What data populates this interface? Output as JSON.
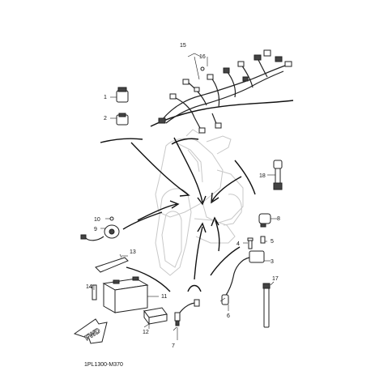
{
  "drawing_code": "1PL1300-M370",
  "fwd_label": "FWD",
  "callouts": [
    {
      "id": "c1",
      "text": "1"
    },
    {
      "id": "c2",
      "text": "2"
    },
    {
      "id": "c3",
      "text": "3"
    },
    {
      "id": "c4",
      "text": "4"
    },
    {
      "id": "c5",
      "text": "5"
    },
    {
      "id": "c6",
      "text": "6"
    },
    {
      "id": "c7",
      "text": "7"
    },
    {
      "id": "c8",
      "text": "8"
    },
    {
      "id": "c9",
      "text": "9"
    },
    {
      "id": "c10",
      "text": "10"
    },
    {
      "id": "c11",
      "text": "11"
    },
    {
      "id": "c12",
      "text": "12"
    },
    {
      "id": "c13",
      "text": "13"
    },
    {
      "id": "c14",
      "text": "14"
    },
    {
      "id": "c15",
      "text": "15"
    },
    {
      "id": "c16",
      "text": "16"
    },
    {
      "id": "c17",
      "text": "17"
    },
    {
      "id": "c18",
      "text": "18"
    }
  ]
}
